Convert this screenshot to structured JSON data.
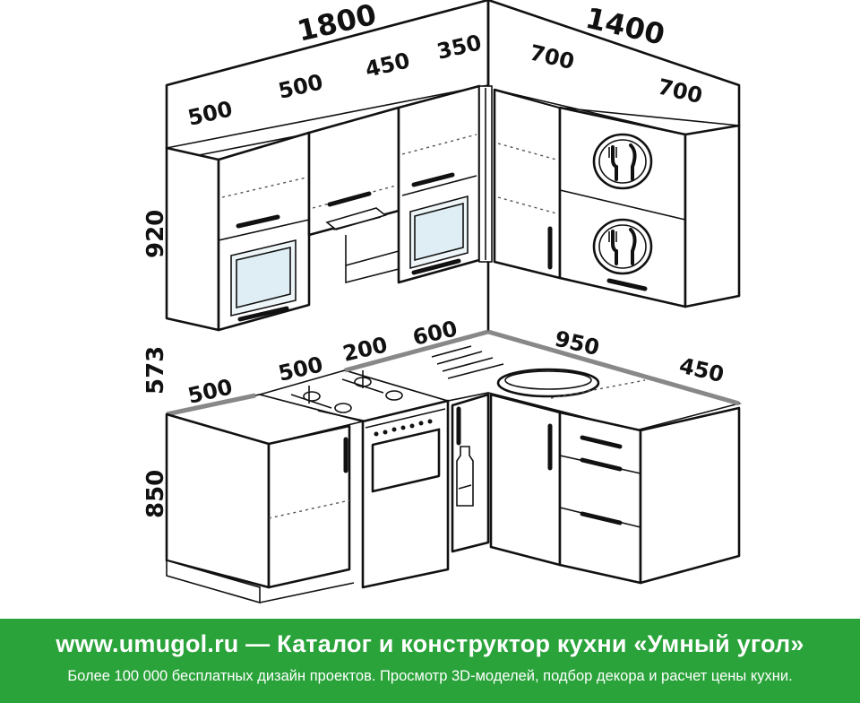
{
  "dimensions": {
    "top_total_left": "1800",
    "top_total_right": "1400",
    "upper_w1": "500",
    "upper_w2": "500",
    "upper_w3": "450",
    "upper_w4": "350",
    "upper_right_w1": "700",
    "upper_right_w2": "700",
    "height_upper": "920",
    "height_gap": "573",
    "height_base": "850",
    "base_w1": "500",
    "base_w2": "500",
    "base_w3": "200",
    "base_w4": "600",
    "base_right_w1": "950",
    "base_right_w2": "450"
  },
  "banner": {
    "title": "www.umugol.ru  —  Каталог и конструктор кухни «Умный угол»",
    "subtitle": "Более 100 000 бесплатных дизайн проектов. Просмотр 3D-моделей, подбор декора и расчет цены кухни."
  },
  "colors": {
    "banner_bg": "#2aa33a",
    "line": "#111111"
  }
}
